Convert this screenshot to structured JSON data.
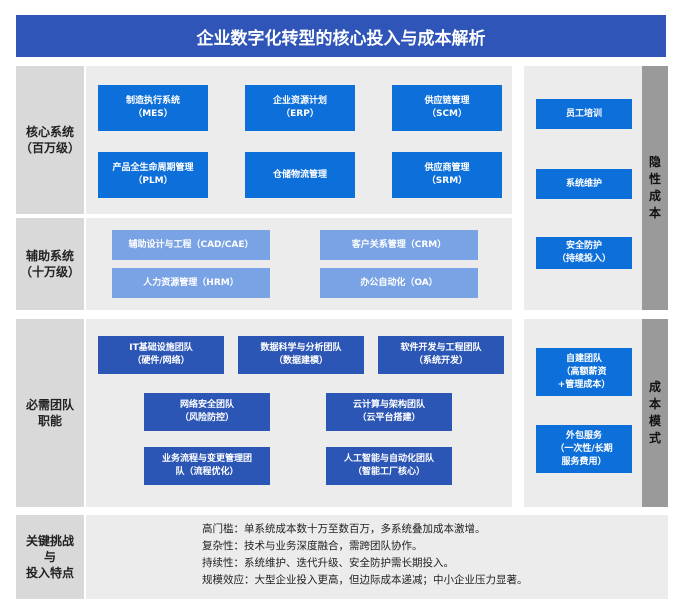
{
  "title": "企业数字化转型的核心投入与成本解析",
  "core": {
    "label": "核心系统\n（百万级）",
    "items": [
      "制造执行系统\n（MES）",
      "企业资源计划\n（ERP）",
      "供应链管理\n（SCM）",
      "产品全生命周期管理\n（PLM）",
      "仓储物流管理",
      "供应商管理\n（SRM）"
    ]
  },
  "aux": {
    "label": "辅助系统\n（十万级）",
    "items": [
      "辅助设计与工程（CAD/CAE）",
      "客户关系管理（CRM）",
      "人力资源管理（HRM）",
      "办公自动化（OA）"
    ]
  },
  "teams": {
    "label": "必需团队\n职能",
    "items": [
      "IT基础设施团队\n（硬件/网络）",
      "数据科学与分析团队\n（数据建模）",
      "软件开发与工程团队\n（系统开发）",
      "网络安全团队\n（风险防控）",
      "云计算与架构团队\n（云平台搭建）",
      "业务流程与变更管理团\n队（流程优化）",
      "人工智能与自动化团队\n（智能工厂核心）"
    ]
  },
  "hidden_cost": {
    "label": "隐\n性\n成\n本",
    "items": [
      "员工培训",
      "系统维护",
      "安全防护\n（持续投入）"
    ]
  },
  "cost_model": {
    "label": "成\n本\n模\n式",
    "items": [
      "自建团队\n（高额薪资\n+管理成本）",
      "外包服务\n（一次性/长期\n服务费用）"
    ]
  },
  "challenges": {
    "label": "关键挑战\n与\n投入特点",
    "lines": [
      "高门槛：单系统成本数十万至数百万，多系统叠加成本激增。",
      "复杂性：技术与业务深度融合，需跨团队协作。",
      "持续性：系统维护、迭代升级、安全防护需长期投入。",
      "规模效应：大型企业投入更高，但边际成本递减；中小企业压力显著。"
    ]
  },
  "colors": {
    "title_bg": "#2f55b8",
    "core_box": "#0d6fd9",
    "team_box": "#2c56b5",
    "aux_box": "#7aa3e6",
    "label_bg": "#d9d9d9",
    "side_label_bg": "#9a9a9a",
    "panel_bg": "#ececec"
  }
}
